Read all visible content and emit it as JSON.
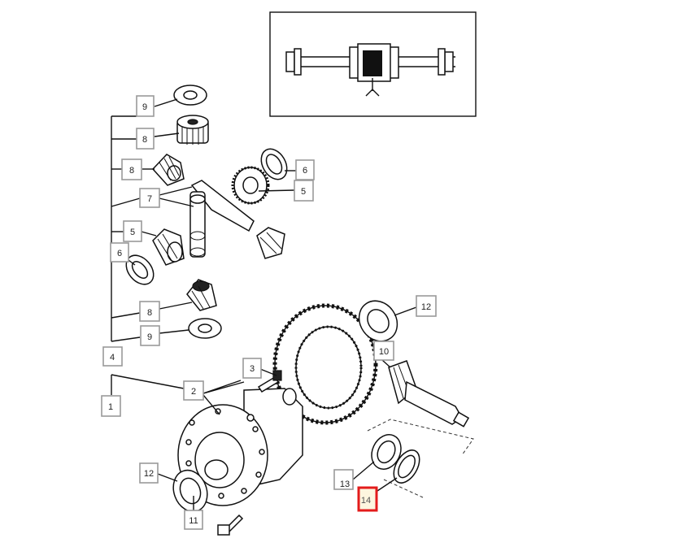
{
  "diagram": {
    "callouts": [
      {
        "id": "c9a",
        "label": "9"
      },
      {
        "id": "c8a",
        "label": "8"
      },
      {
        "id": "c8b",
        "label": "8"
      },
      {
        "id": "c7",
        "label": "7"
      },
      {
        "id": "c5a",
        "label": "5"
      },
      {
        "id": "c6a",
        "label": "6"
      },
      {
        "id": "c5b",
        "label": "5"
      },
      {
        "id": "c6b",
        "label": "6"
      },
      {
        "id": "c8c",
        "label": "8"
      },
      {
        "id": "c9b",
        "label": "9"
      },
      {
        "id": "c4",
        "label": "4"
      },
      {
        "id": "c1",
        "label": "1"
      },
      {
        "id": "c2",
        "label": "2"
      },
      {
        "id": "c3",
        "label": "3"
      },
      {
        "id": "c12a",
        "label": "12"
      },
      {
        "id": "c10",
        "label": "10"
      },
      {
        "id": "c12b",
        "label": "12"
      },
      {
        "id": "c13",
        "label": "13"
      },
      {
        "id": "c14",
        "label": "14"
      },
      {
        "id": "c11",
        "label": "11"
      }
    ],
    "highlighted_callout": "14",
    "highlight_color": "#e31b1b"
  }
}
